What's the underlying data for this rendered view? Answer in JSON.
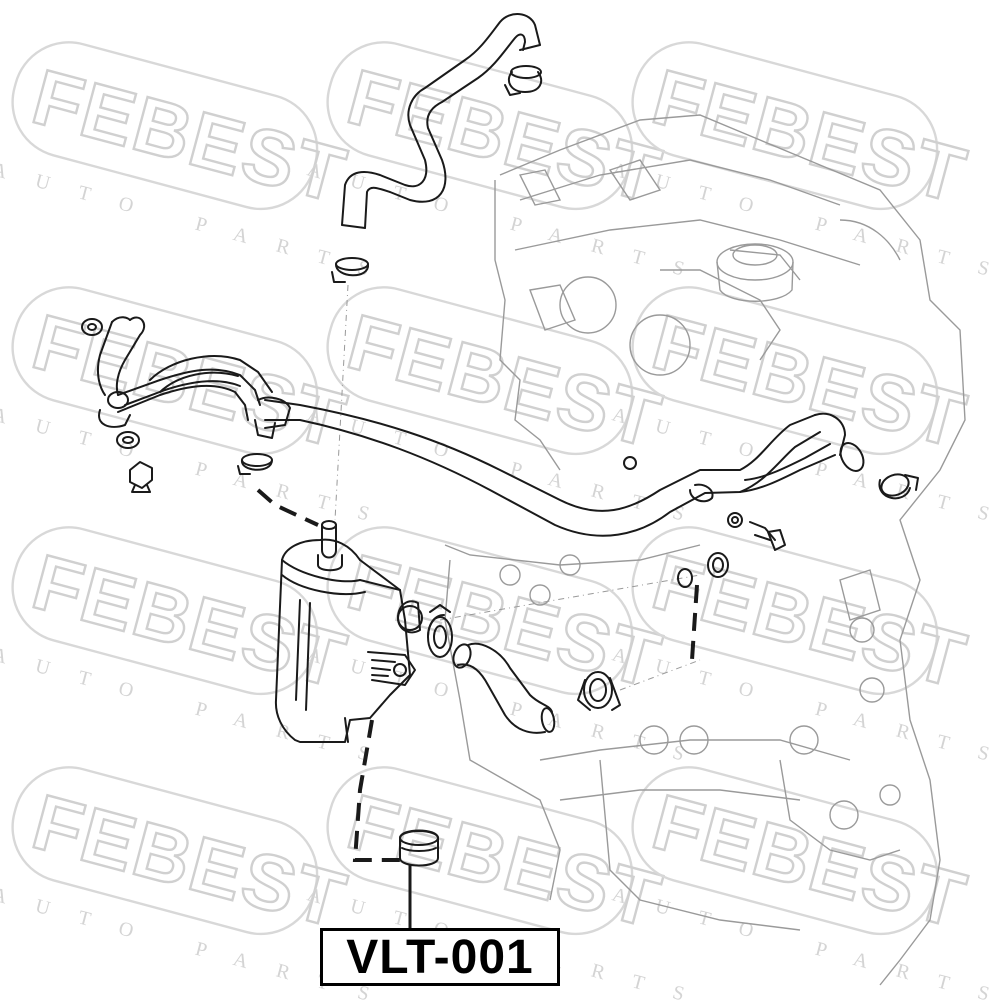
{
  "watermark": {
    "brand": "FEBEST",
    "tagline": "AUTO PARTS",
    "color": "#d0d0d0"
  },
  "part_label": {
    "text": "VLT-001"
  },
  "colors": {
    "line": "#1a1a1a",
    "engine_outline": "#9a9a9a",
    "background": "#ffffff"
  }
}
